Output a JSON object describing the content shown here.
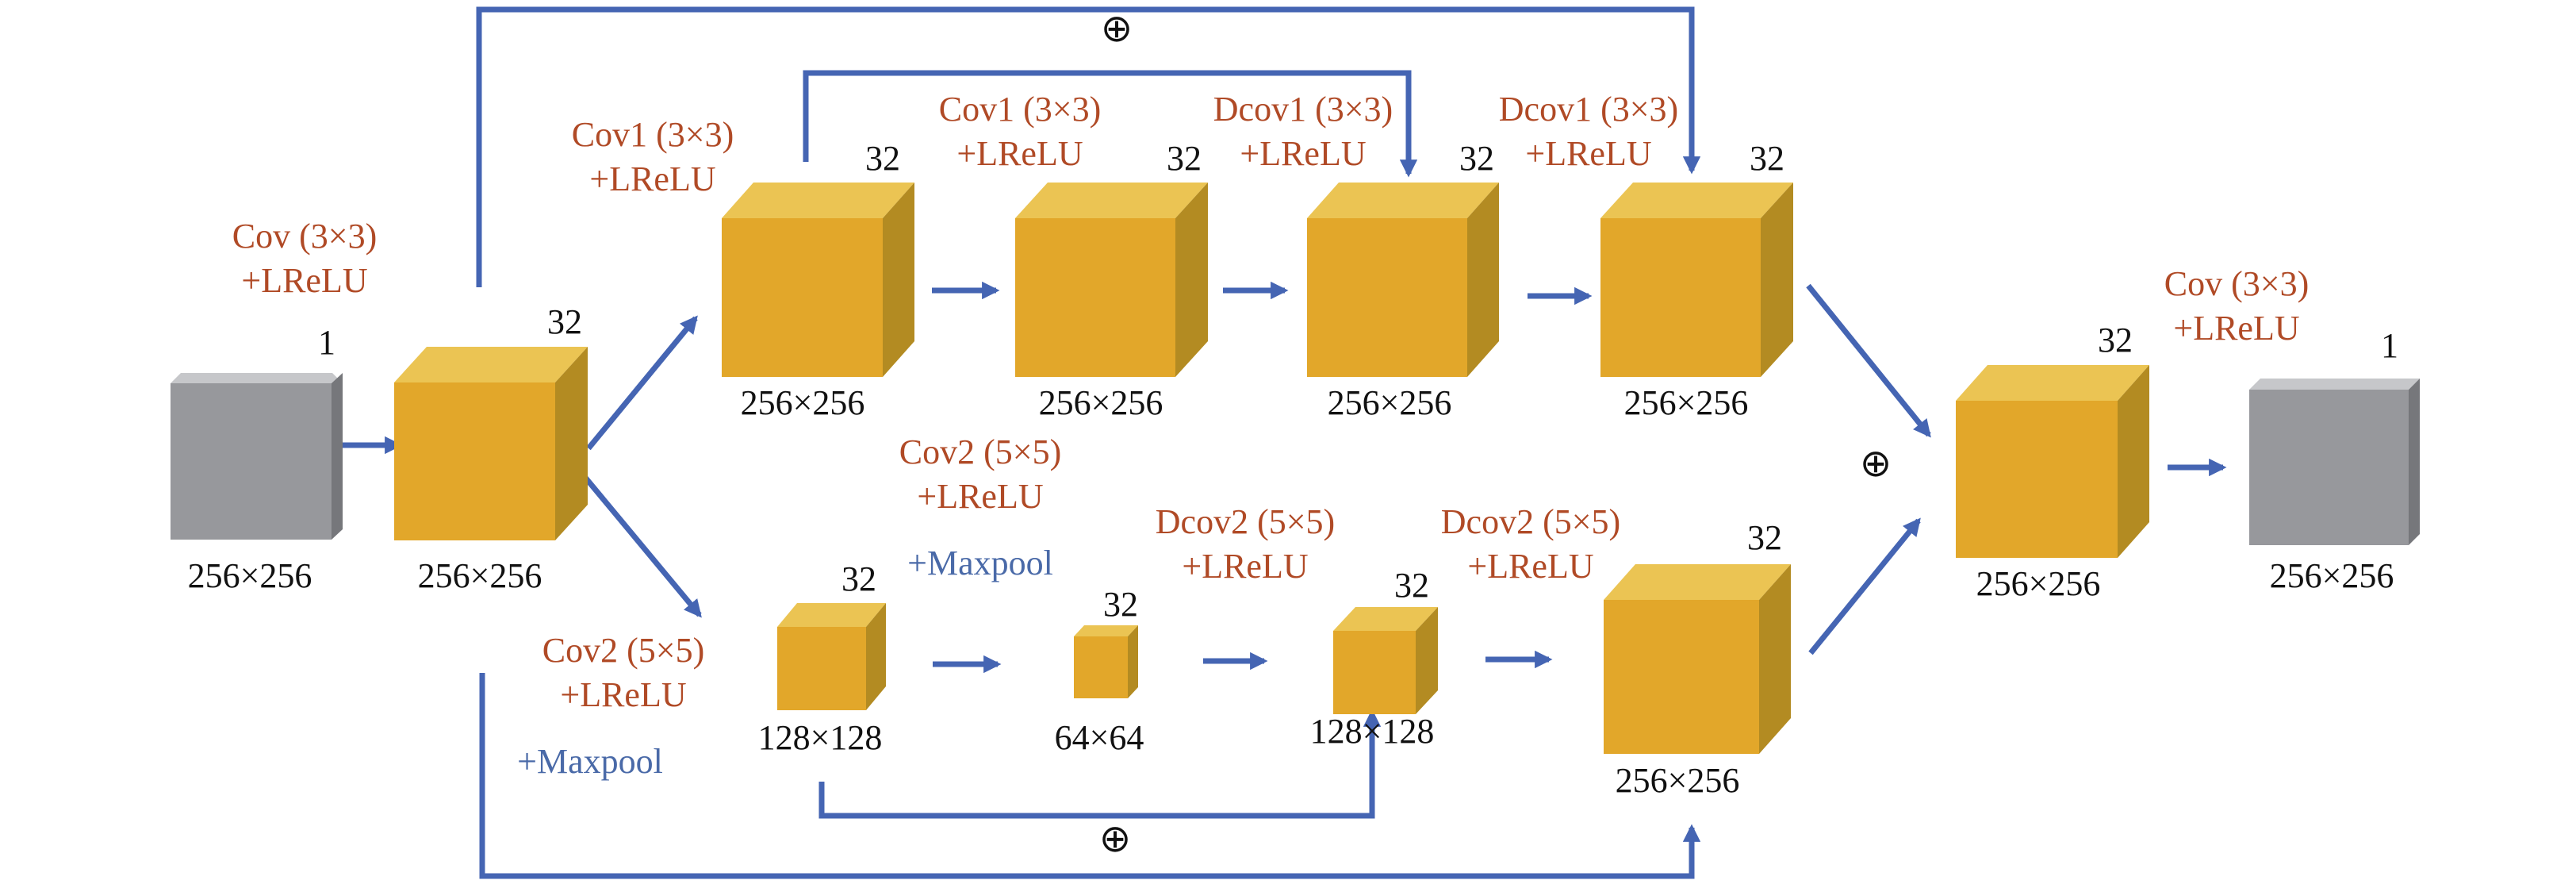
{
  "colors": {
    "arrow": "#4565b3",
    "op_text": "#b04a26",
    "pool_text": "#4a6aa8",
    "plain_text": "#111111",
    "cube_front": "#e2a72a",
    "cube_top": "#ebc453",
    "cube_side": "#b38b22",
    "gray_front": "#97989c",
    "gray_top": "#c6c7ca",
    "gray_side": "#76777b"
  },
  "blocks": {
    "input": {
      "channels": "1",
      "size": "256×256"
    },
    "conv_in": {
      "channels": "32",
      "size": "256×256",
      "op": [
        "Cov (3×3)",
        "+LReLU"
      ]
    },
    "top1": {
      "channels": "32",
      "size": "256×256",
      "op": [
        "Cov1 (3×3)",
        "+LReLU"
      ]
    },
    "top2": {
      "channels": "32",
      "size": "256×256",
      "op": [
        "Cov1 (3×3)",
        "+LReLU"
      ]
    },
    "top3": {
      "channels": "32",
      "size": "256×256",
      "op": [
        "Dcov1 (3×3)",
        "+LReLU"
      ]
    },
    "top4": {
      "channels": "32",
      "size": "256×256",
      "op": [
        "Dcov1 (3×3)",
        "+LReLU"
      ]
    },
    "bot1": {
      "channels": "32",
      "size": "128×128",
      "op": [
        "Cov2 (5×5)",
        "+LReLU"
      ],
      "pool": "+Maxpool"
    },
    "bot2": {
      "channels": "32",
      "size": "64×64",
      "op": [
        "Cov2 (5×5)",
        "+LReLU"
      ],
      "pool": "+Maxpool"
    },
    "bot3": {
      "channels": "32",
      "size": "128×128",
      "op": [
        "Dcov2 (5×5)",
        "+LReLU"
      ]
    },
    "bot4": {
      "channels": "32",
      "size": "256×256",
      "op": [
        "Dcov2 (5×5)",
        "+LReLU"
      ]
    },
    "merge": {
      "channels": "32",
      "size": "256×256"
    },
    "output": {
      "channels": "1",
      "size": "256×256",
      "op": [
        "Cov (3×3)",
        "+LReLU"
      ]
    }
  },
  "symbols": {
    "add": "⊕"
  }
}
